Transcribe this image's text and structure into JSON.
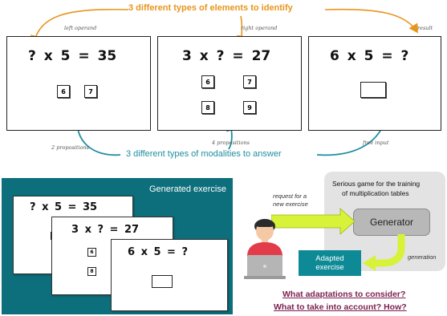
{
  "top": {
    "header": "3 different types of elements to identify",
    "left_label": "left operand",
    "right_label": "right operand",
    "result_label": "result",
    "panels": [
      {
        "equation": "? x 5 = 35",
        "chips": [
          "6",
          "7"
        ]
      },
      {
        "equation": "3 x ? = 27",
        "chips": [
          "6",
          "7",
          "8",
          "9"
        ]
      },
      {
        "equation": "6 x 5 = ?",
        "chips": []
      }
    ],
    "modality_header": "3 different types of modalities to answer",
    "mod_two": "2 propositions",
    "mod_four": "4 propositions",
    "mod_free": "free input"
  },
  "bottom": {
    "generated_title": "Generated exercise",
    "card1_eq": "? x 5 = 35",
    "card2_eq": "3 x ? = 27",
    "card3_eq": "6 x 5 = ?",
    "card1_chip": "6",
    "card2_chips": [
      "6",
      "8"
    ],
    "game_title_line1": "Serious game for the training",
    "game_title_line2": "of multiplication tables",
    "generator": "Generator",
    "request_line1": "request for a",
    "request_line2": "new exercise",
    "generation": "generation",
    "adapted_line1": "Adapted",
    "adapted_line2": "exercise",
    "question1": "What adaptations to consider?",
    "question2": "What to take into account? How?"
  },
  "colors": {
    "orange": "#e8951c",
    "teal": "#1f8ea0",
    "dark_teal": "#0d6e7c",
    "gray_box": "#e3e3e3",
    "lime": "#d7f238",
    "question": "#7b1f4f"
  }
}
